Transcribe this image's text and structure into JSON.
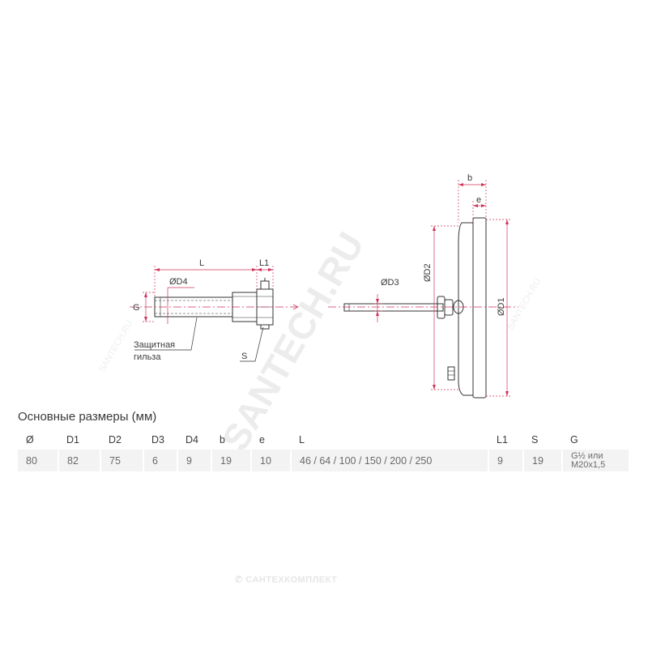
{
  "diagram": {
    "left_part": {
      "dim_L": "L",
      "dim_L1": "L1",
      "dim_D4": "ØD4",
      "dim_G": "G",
      "dim_S": "S",
      "label_sleeve_line1": "Защитная",
      "label_sleeve_line2": "гильза"
    },
    "right_part": {
      "dim_b": "b",
      "dim_e": "e",
      "dim_D2": "ØD2",
      "dim_D3": "ØD3",
      "dim_D1": "ØD1"
    },
    "accent_color": "#d0345a",
    "line_color": "#333333"
  },
  "watermark": {
    "main": "SANTECH.RU",
    "small_left": "SANTECH.RU",
    "small_right": "SANTECH.RU",
    "bottom": "САНТЕХКОМПЛЕКТ"
  },
  "table": {
    "title": "Основные размеры (мм)",
    "headers": [
      "Ø",
      "D1",
      "D2",
      "D3",
      "D4",
      "b",
      "e",
      "L",
      "L1",
      "S",
      "G"
    ],
    "row": [
      "80",
      "82",
      "75",
      "6",
      "9",
      "19",
      "10",
      "46 / 64 / 100 / 150 / 200 / 250",
      "9",
      "19"
    ],
    "g_value_line1": "G½ или",
    "g_value_line2": "M20x1,5"
  }
}
